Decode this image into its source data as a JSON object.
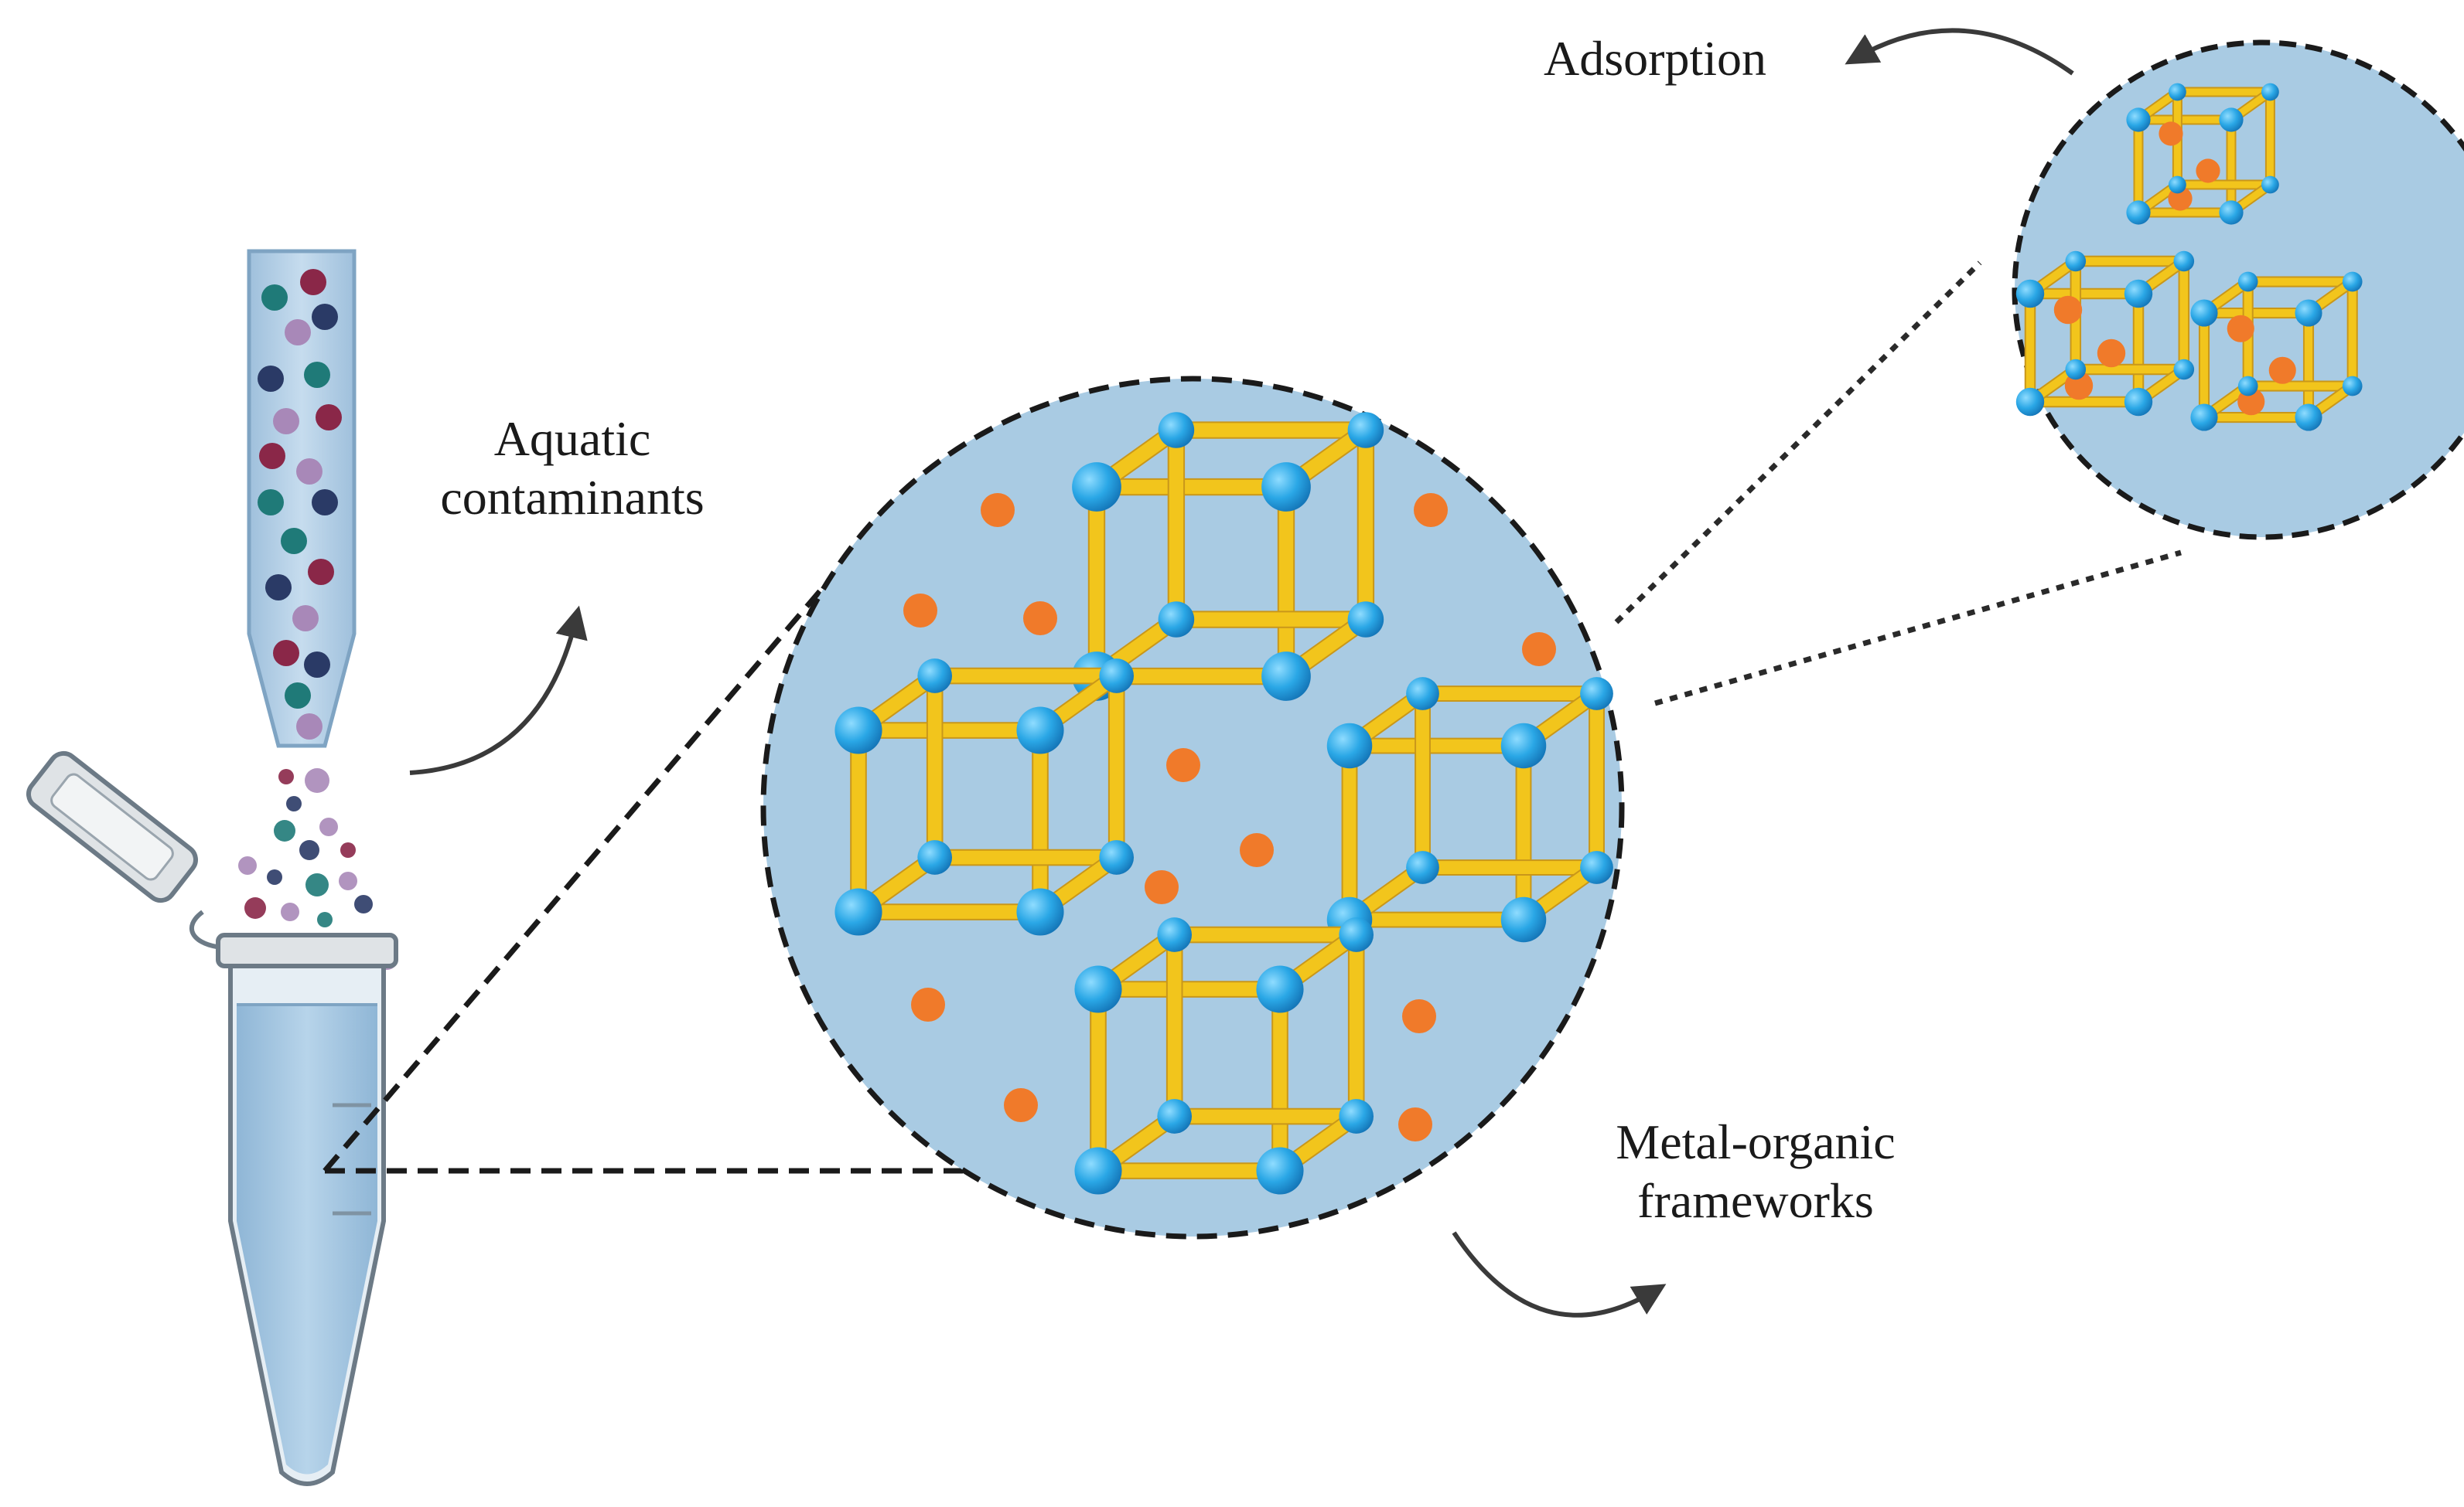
{
  "labels": {
    "adsorption": "Adsorption",
    "aquatic_line1": "Aquatic",
    "aquatic_line2": "contaminants",
    "mof_line1": "Metal-organic",
    "mof_line2": "frameworks"
  },
  "colors": {
    "fluid_blue": "#a9cbe3",
    "node_blue": "#2aa7e6",
    "linker_yellow": "#f2c51c",
    "contaminant_orange": "#f07a2a",
    "contaminant_teal": "#1f7a78",
    "contaminant_maroon": "#8a2748",
    "contaminant_navy": "#2a3a66",
    "contaminant_lavender": "#a888b8",
    "dashed_outline": "#1a1a1a",
    "arrow_gray": "#3a3a3a"
  },
  "icons": [
    "pipette-tip",
    "microcentrifuge-tube",
    "mof-cube",
    "curved-arrow"
  ]
}
